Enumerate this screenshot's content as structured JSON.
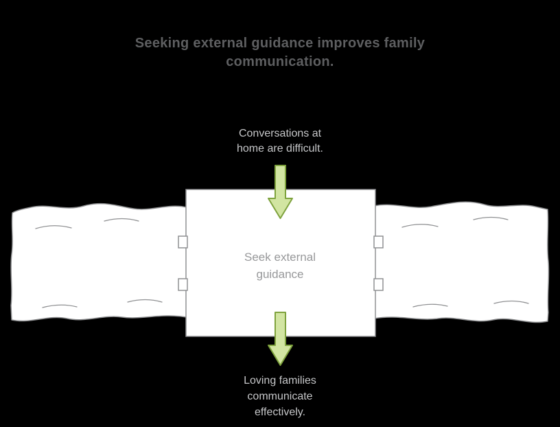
{
  "title": "Seeking external guidance improves family\ncommunication.",
  "diagram": {
    "cause_label": "Conversations at\nhome are difficult.",
    "box_label": "Seek external\nguidance",
    "effect_label": "Loving families\ncommunicate\neffectively."
  },
  "colors": {
    "background": "#000000",
    "title_text": "#5e5f61",
    "body_text": "#c6c7c9",
    "box_text": "#97989a",
    "shape_fill": "#ffffff",
    "shape_stroke": "#8f9092",
    "arrow_fill": "#d2e5a2",
    "arrow_stroke": "#7ea23d"
  }
}
